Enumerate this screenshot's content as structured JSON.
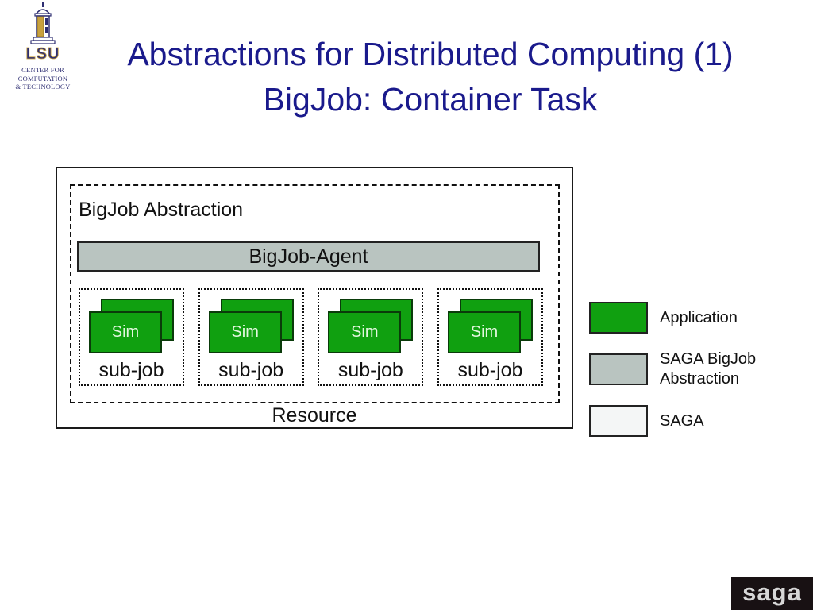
{
  "slide": {
    "title": {
      "line1": "Abstractions for Distributed Computing (1)",
      "line2": "BigJob: Container Task",
      "color": "#1a1a8c"
    }
  },
  "logo": {
    "acronym": "LSU",
    "org_line1": "CENTER FOR COMPUTATION",
    "org_line2": "& TECHNOLOGY",
    "navy": "#2e2e72",
    "gold": "#c8a13e"
  },
  "diagram": {
    "abstraction_label": "BigJob Abstraction",
    "agent_label": "BigJob-Agent",
    "resource_label": "Resource",
    "subjobs": [
      {
        "sim": "Sim",
        "label": "sub-job"
      },
      {
        "sim": "Sim",
        "label": "sub-job"
      },
      {
        "sim": "Sim",
        "label": "sub-job"
      },
      {
        "sim": "Sim",
        "label": "sub-job"
      }
    ],
    "colors": {
      "application_green": "#10a010",
      "agent_gray": "#b9c4c0",
      "saga_white": "#f4f6f6",
      "sim_text": "#e4f7e0"
    }
  },
  "legend": {
    "items": [
      {
        "swatch": "application_green",
        "label": "Application"
      },
      {
        "swatch": "agent_gray",
        "label": "SAGA BigJob Abstraction"
      },
      {
        "swatch": "saga_white",
        "label": "SAGA"
      }
    ]
  },
  "footer": {
    "brand": "saga",
    "bg": "#181113",
    "fg": "#d7d7d7"
  }
}
